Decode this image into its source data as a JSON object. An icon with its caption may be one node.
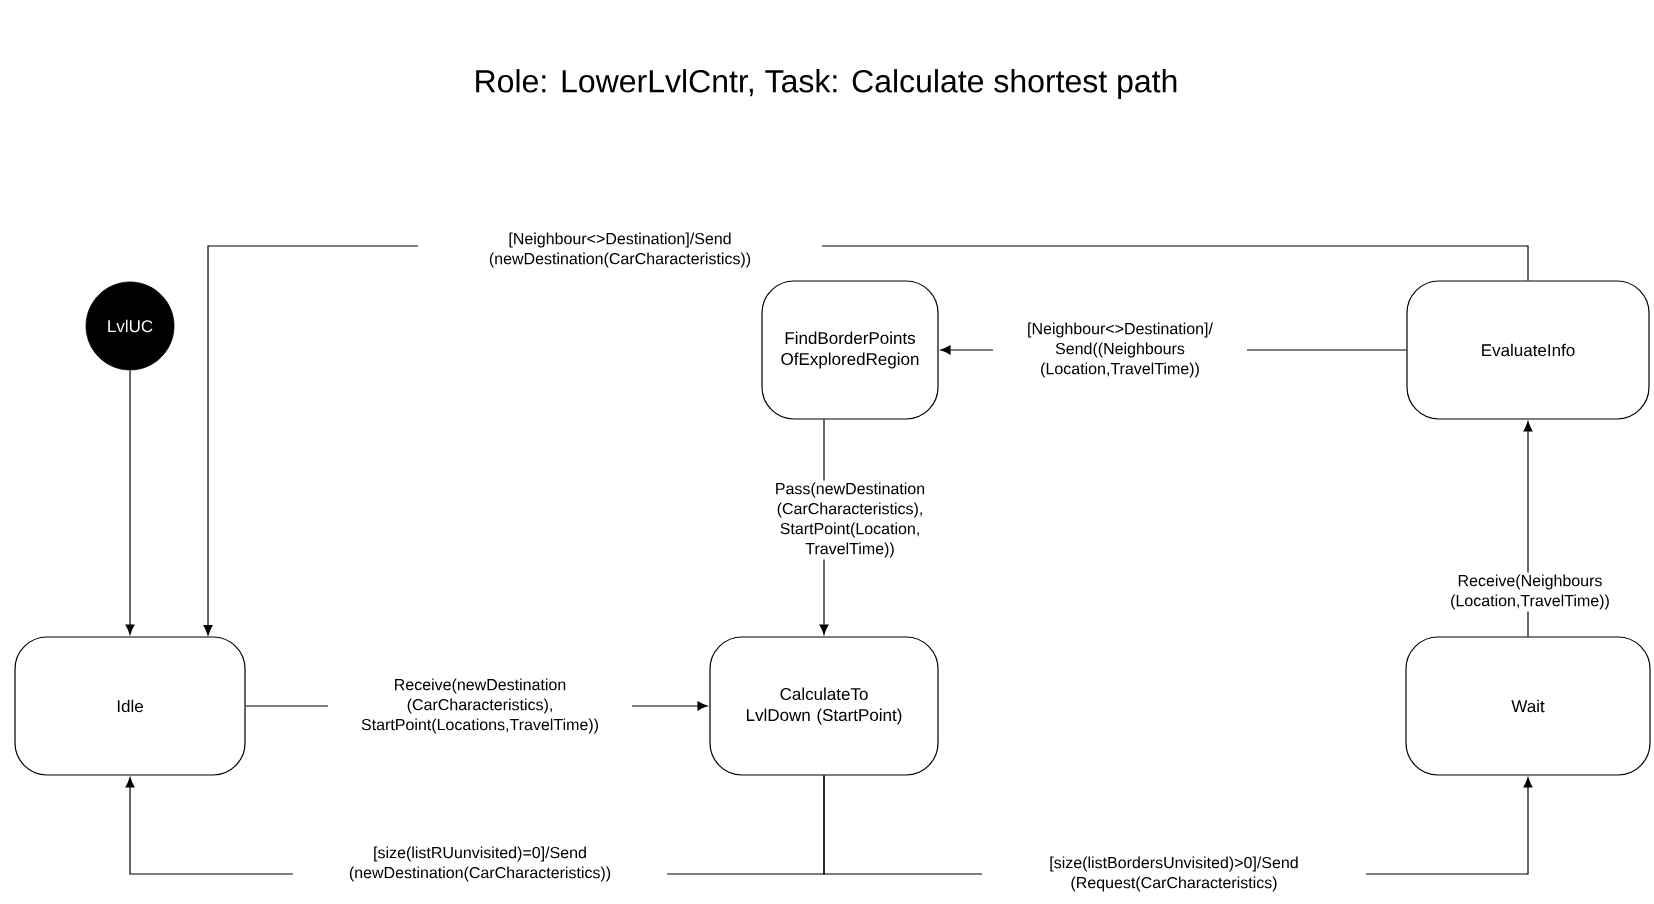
{
  "diagram": {
    "title": "Role: LowerLvlCntr, Task: Calculate shortest path",
    "nodes": [
      {
        "text": [
          "LvlUC"
        ]
      },
      {
        "text": [
          "FindBorderPoints OfExploredRegion"
        ]
      },
      {
        "text": [
          "EvaluateInfo"
        ]
      },
      {
        "text": [
          "Idle"
        ]
      },
      {
        "text": [
          "CalculateTo LvlDown (StartPoint)"
        ]
      },
      {
        "text": [
          "Wait"
        ]
      }
    ],
    "edges": [
      {
        "from": 0,
        "to": 3,
        "arrow": "to"
      },
      {
        "from": 2,
        "to": 3,
        "arrow": "to",
        "label": "[Neighbour<>Destination]/Send (newDestination(CarCharacteristics))"
      },
      {
        "from": 2,
        "to": 1,
        "arrow": "to",
        "label": "[Neighbour<>Destination]/ Send((Neighbours (Location,TravelTime))"
      },
      {
        "from": 1,
        "to": 4,
        "arrow": "to",
        "label": "Pass(newDestination (CarCharacteristics), StartPoint(Location, TravelTime))"
      },
      {
        "from": 3,
        "to": 4,
        "arrow": "to",
        "label": "Receive(newDestination (CarCharacteristics), StartPoint(Locations,TravelTime))"
      },
      {
        "from": 4,
        "to": 3,
        "arrow": "to",
        "label": "[size(listRUunvisited)=0]/Send (newDestination(CarCharacteristics))"
      },
      {
        "from": 4,
        "to": 5,
        "arrow": "to",
        "label": "[size(listBordersUnvisited)>0]/Send (Request(CarCharacteristics)"
      },
      {
        "from": 5,
        "to": 2,
        "arrow": "to",
        "label": "Receive(Neighbours (Location,TravelTime))"
      }
    ]
  }
}
